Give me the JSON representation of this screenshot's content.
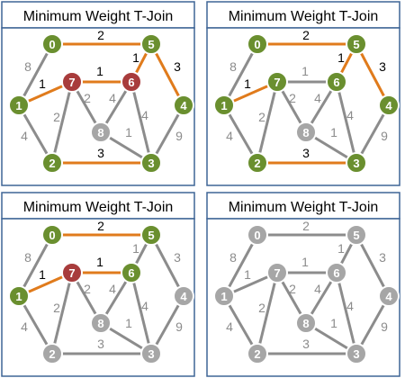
{
  "colors": {
    "frame": "#3e6596",
    "edge_gray": "#8c8c8c",
    "edge_orange": "#e07b1c",
    "edge_label_gray": "#8c8c8c",
    "edge_label_black": "#000000",
    "node_green": "#6a8f2f",
    "node_red": "#a83c3c",
    "node_gray": "#a6a6a6",
    "node_stroke": "#ffffff"
  },
  "diagram": {
    "nodes": [
      "0",
      "1",
      "2",
      "3",
      "4",
      "5",
      "6",
      "7",
      "8"
    ],
    "edges": [
      {
        "a": "0",
        "b": "5",
        "w": "2"
      },
      {
        "a": "0",
        "b": "1",
        "w": "8"
      },
      {
        "a": "5",
        "b": "6",
        "w": "1"
      },
      {
        "a": "5",
        "b": "4",
        "w": "3"
      },
      {
        "a": "1",
        "b": "7",
        "w": "1"
      },
      {
        "a": "7",
        "b": "6",
        "w": "1"
      },
      {
        "a": "1",
        "b": "2",
        "w": "4"
      },
      {
        "a": "7",
        "b": "2",
        "w": "2"
      },
      {
        "a": "7",
        "b": "8",
        "w": "2"
      },
      {
        "a": "6",
        "b": "8",
        "w": "4"
      },
      {
        "a": "6",
        "b": "3",
        "w": "4"
      },
      {
        "a": "8",
        "b": "3",
        "w": "1"
      },
      {
        "a": "2",
        "b": "3",
        "w": "3"
      },
      {
        "a": "4",
        "b": "3",
        "w": "9"
      }
    ]
  },
  "panels": [
    {
      "title": "Minimum Weight T-Join",
      "node_states": {
        "0": "green",
        "1": "green",
        "2": "green",
        "3": "green",
        "4": "green",
        "5": "green",
        "6": "red",
        "7": "red",
        "8": "gray"
      },
      "edge_states": {
        "0-5": "orange",
        "0-1": "gray",
        "5-6": "orange",
        "5-4": "orange",
        "1-7": "orange",
        "7-6": "orange",
        "1-2": "gray",
        "7-2": "gray",
        "7-8": "gray",
        "6-8": "gray",
        "6-3": "gray",
        "8-3": "gray",
        "2-3": "orange",
        "4-3": "gray"
      },
      "dark_labels": [
        "0-5",
        "5-6",
        "5-4",
        "1-7",
        "7-6",
        "2-3"
      ]
    },
    {
      "title": "Minimum Weight T-Join",
      "node_states": {
        "0": "green",
        "1": "green",
        "2": "green",
        "3": "green",
        "4": "green",
        "5": "green",
        "6": "green",
        "7": "green",
        "8": "gray"
      },
      "edge_states": {
        "0-5": "orange",
        "0-1": "gray",
        "5-6": "orange",
        "5-4": "orange",
        "1-7": "orange",
        "7-6": "gray",
        "1-2": "gray",
        "7-2": "gray",
        "7-8": "gray",
        "6-8": "gray",
        "6-3": "gray",
        "8-3": "gray",
        "2-3": "orange",
        "4-3": "gray"
      },
      "dark_labels": [
        "0-5",
        "5-6",
        "5-4",
        "1-7",
        "2-3"
      ]
    },
    {
      "title": "Minimum Weight T-Join",
      "node_states": {
        "0": "green",
        "1": "green",
        "2": "gray",
        "3": "gray",
        "4": "gray",
        "5": "green",
        "6": "green",
        "7": "red",
        "8": "gray"
      },
      "edge_states": {
        "0-5": "orange",
        "0-1": "gray",
        "5-6": "gray",
        "5-4": "gray",
        "1-7": "orange",
        "7-6": "orange",
        "1-2": "gray",
        "7-2": "gray",
        "7-8": "gray",
        "6-8": "gray",
        "6-3": "gray",
        "8-3": "gray",
        "2-3": "gray",
        "4-3": "gray"
      },
      "dark_labels": [
        "0-5",
        "1-7",
        "7-6"
      ]
    },
    {
      "title": "Minimum Weight T-Join",
      "node_states": {
        "0": "gray",
        "1": "gray",
        "2": "gray",
        "3": "gray",
        "4": "gray",
        "5": "gray",
        "6": "gray",
        "7": "gray",
        "8": "gray"
      },
      "edge_states": {
        "0-5": "gray",
        "0-1": "gray",
        "5-6": "gray",
        "5-4": "gray",
        "1-7": "gray",
        "7-6": "gray",
        "1-2": "gray",
        "7-2": "gray",
        "7-8": "gray",
        "6-8": "gray",
        "6-3": "gray",
        "8-3": "gray",
        "2-3": "gray",
        "4-3": "gray"
      },
      "dark_labels": []
    }
  ]
}
